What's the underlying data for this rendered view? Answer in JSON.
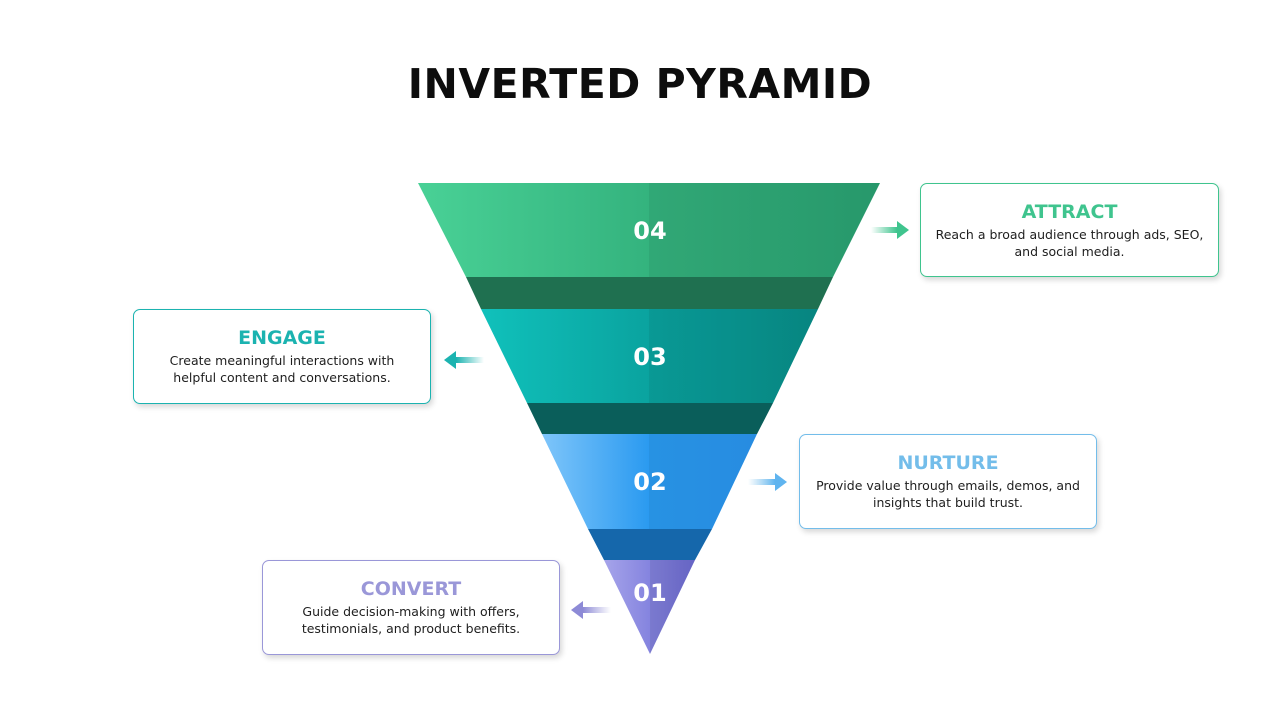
{
  "title": "INVERTED PYRAMID",
  "levels": [
    {
      "number": "04",
      "label": "ATTRACT",
      "description": "Reach a broad audience through ads, SEO, and social media.",
      "color": "#3fc48e"
    },
    {
      "number": "03",
      "label": "ENGAGE",
      "description": "Create meaningful interactions with helpful content and conversations.",
      "color": "#1bb3b0"
    },
    {
      "number": "02",
      "label": "NURTURE",
      "description": "Provide value through emails, demos, and insights that build trust.",
      "color": "#73bdea"
    },
    {
      "number": "01",
      "label": "CONVERT",
      "description": "Guide decision-making with offers, testimonials, and product benefits.",
      "color": "#9a97d8"
    }
  ]
}
